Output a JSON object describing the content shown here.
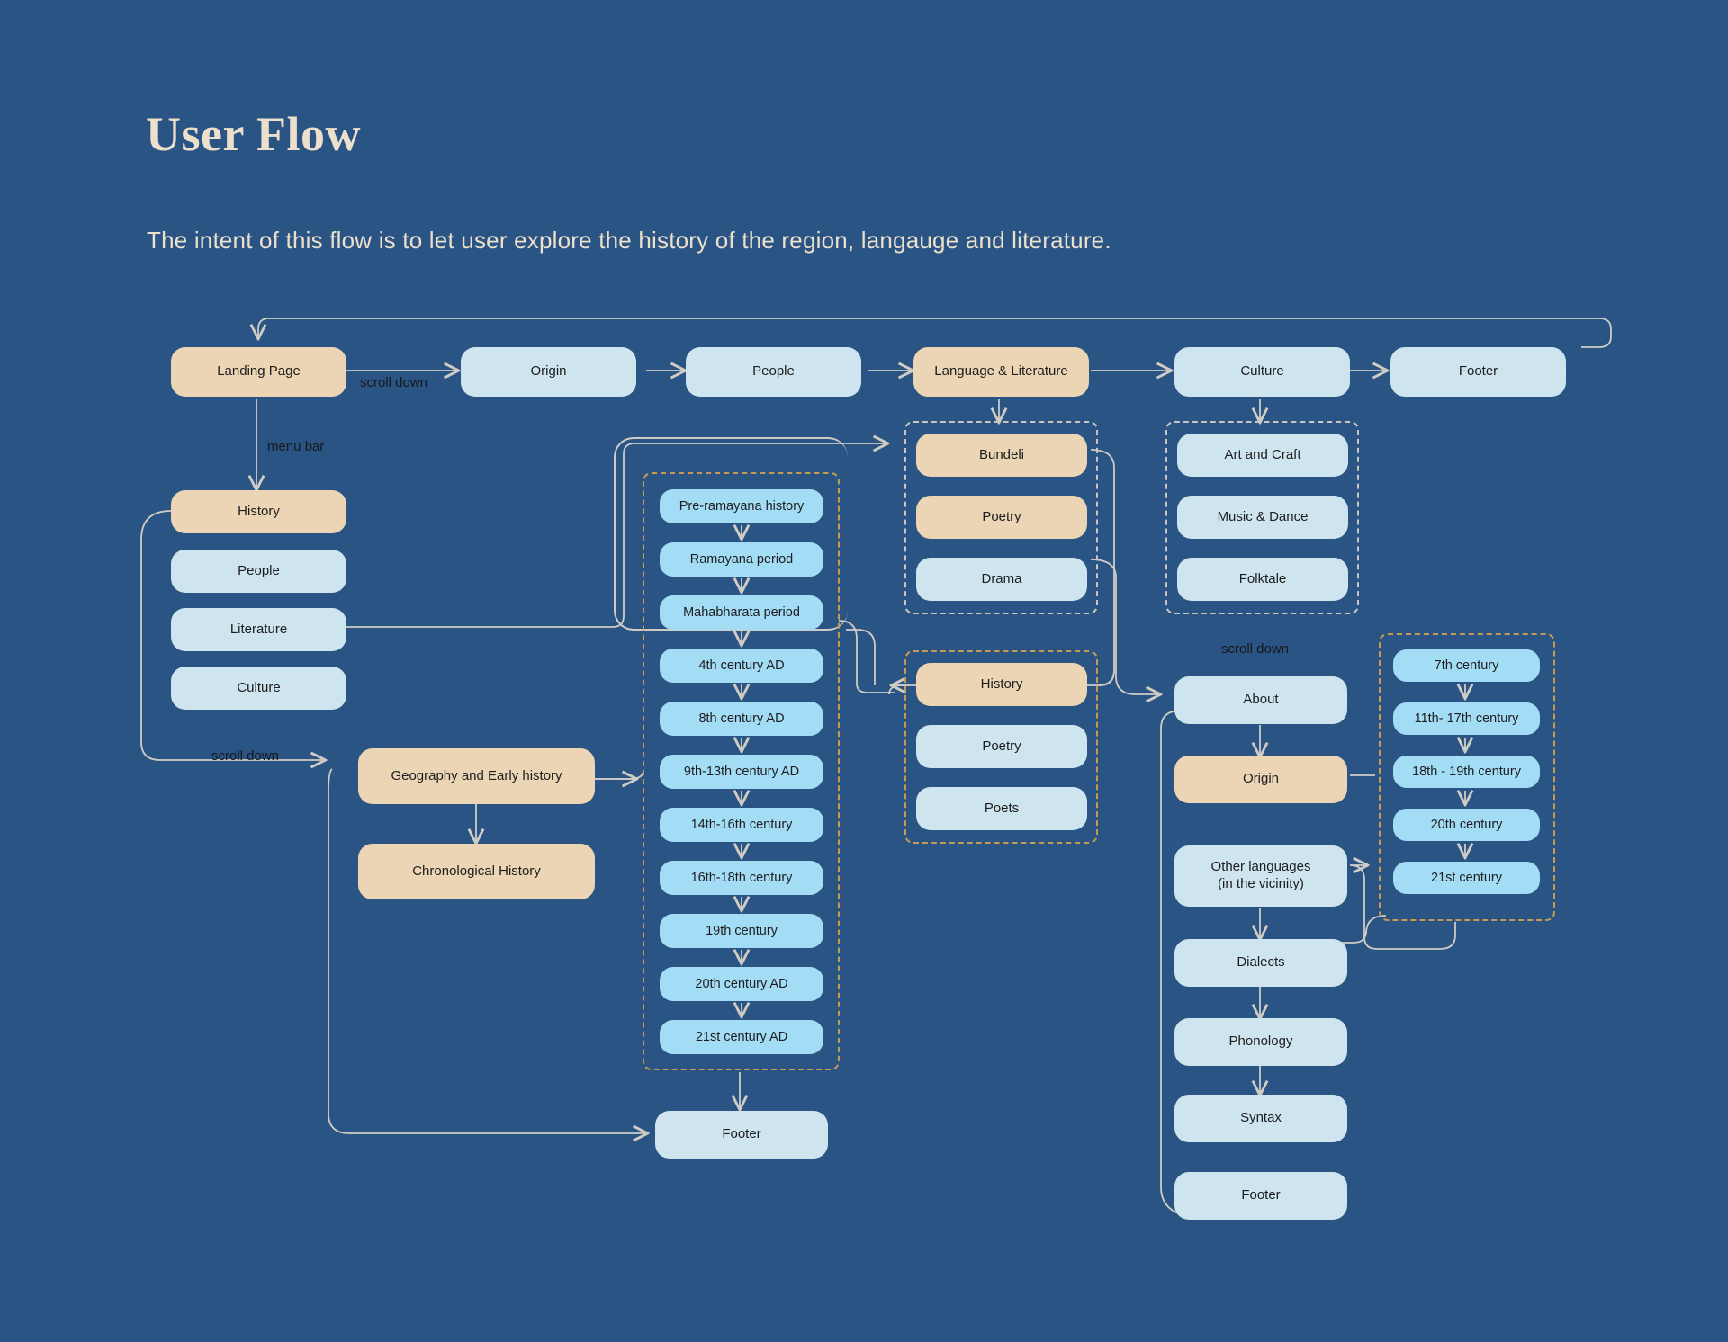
{
  "header": {
    "title": "User Flow",
    "subtitle": "The intent of this flow is to let user explore the history of the region, langauge and literature."
  },
  "colors": {
    "background": "#2a5483",
    "tan_node": "#ecd5b4",
    "blue_node": "#cee5ef",
    "bright_blue_node": "#a3dcf5",
    "text_cream": "#ece0cd",
    "wire": "#cfccc6",
    "dashed_tan": "#c79a52"
  },
  "edge_labels": {
    "scroll_down_top": "scroll down",
    "menu_bar": "menu bar",
    "scroll_down_left": "scroll down",
    "scroll_down_right": "scroll down"
  },
  "top_row": [
    {
      "label": "Landing Page",
      "style": "tan"
    },
    {
      "label": "Origin",
      "style": "blue"
    },
    {
      "label": "People",
      "style": "blue"
    },
    {
      "label": "Language & Literature",
      "style": "tan"
    },
    {
      "label": "Culture",
      "style": "blue"
    },
    {
      "label": "Footer",
      "style": "blue"
    }
  ],
  "menu_column": [
    {
      "label": "History",
      "style": "tan"
    },
    {
      "label": "People",
      "style": "blue"
    },
    {
      "label": "Literature",
      "style": "blue"
    },
    {
      "label": "Culture",
      "style": "blue"
    }
  ],
  "history_branch": [
    {
      "label": "Geography and Early history",
      "style": "tan"
    },
    {
      "label": "Chronological History",
      "style": "tan"
    }
  ],
  "timeline_group": {
    "items": [
      {
        "label": "Pre-ramayana history"
      },
      {
        "label": "Ramayana period"
      },
      {
        "label": "Mahabharata period"
      },
      {
        "label": "4th century AD"
      },
      {
        "label": "8th century AD"
      },
      {
        "label": "9th-13th century AD"
      },
      {
        "label": "14th-16th century"
      },
      {
        "label": "16th-18th century"
      },
      {
        "label": "19th century"
      },
      {
        "label": "20th century AD"
      },
      {
        "label": "21st century AD"
      }
    ]
  },
  "timeline_footer": {
    "label": "Footer",
    "style": "blue"
  },
  "language_group": [
    {
      "label": "Bundeli",
      "style": "tan"
    },
    {
      "label": "Poetry",
      "style": "tan"
    },
    {
      "label": "Drama",
      "style": "blue"
    }
  ],
  "literature_group": [
    {
      "label": "History",
      "style": "tan"
    },
    {
      "label": "Poetry",
      "style": "blue"
    },
    {
      "label": "Poets",
      "style": "blue"
    }
  ],
  "culture_group": [
    {
      "label": "Art and Craft",
      "style": "blue"
    },
    {
      "label": "Music & Dance",
      "style": "blue"
    },
    {
      "label": "Folktale",
      "style": "blue"
    }
  ],
  "language_column": [
    {
      "label": "About",
      "style": "blue"
    },
    {
      "label": "Origin",
      "style": "tan"
    },
    {
      "label": "Other languages\n(in the vicinity)",
      "style": "blue"
    },
    {
      "label": "Dialects",
      "style": "blue"
    },
    {
      "label": "Phonology",
      "style": "blue"
    },
    {
      "label": "Syntax",
      "style": "blue"
    },
    {
      "label": "Footer",
      "style": "blue"
    }
  ],
  "century_group": {
    "items": [
      {
        "label": "7th century"
      },
      {
        "label": "11th- 17th century"
      },
      {
        "label": "18th - 19th century"
      },
      {
        "label": "20th century"
      },
      {
        "label": "21st century"
      }
    ]
  }
}
